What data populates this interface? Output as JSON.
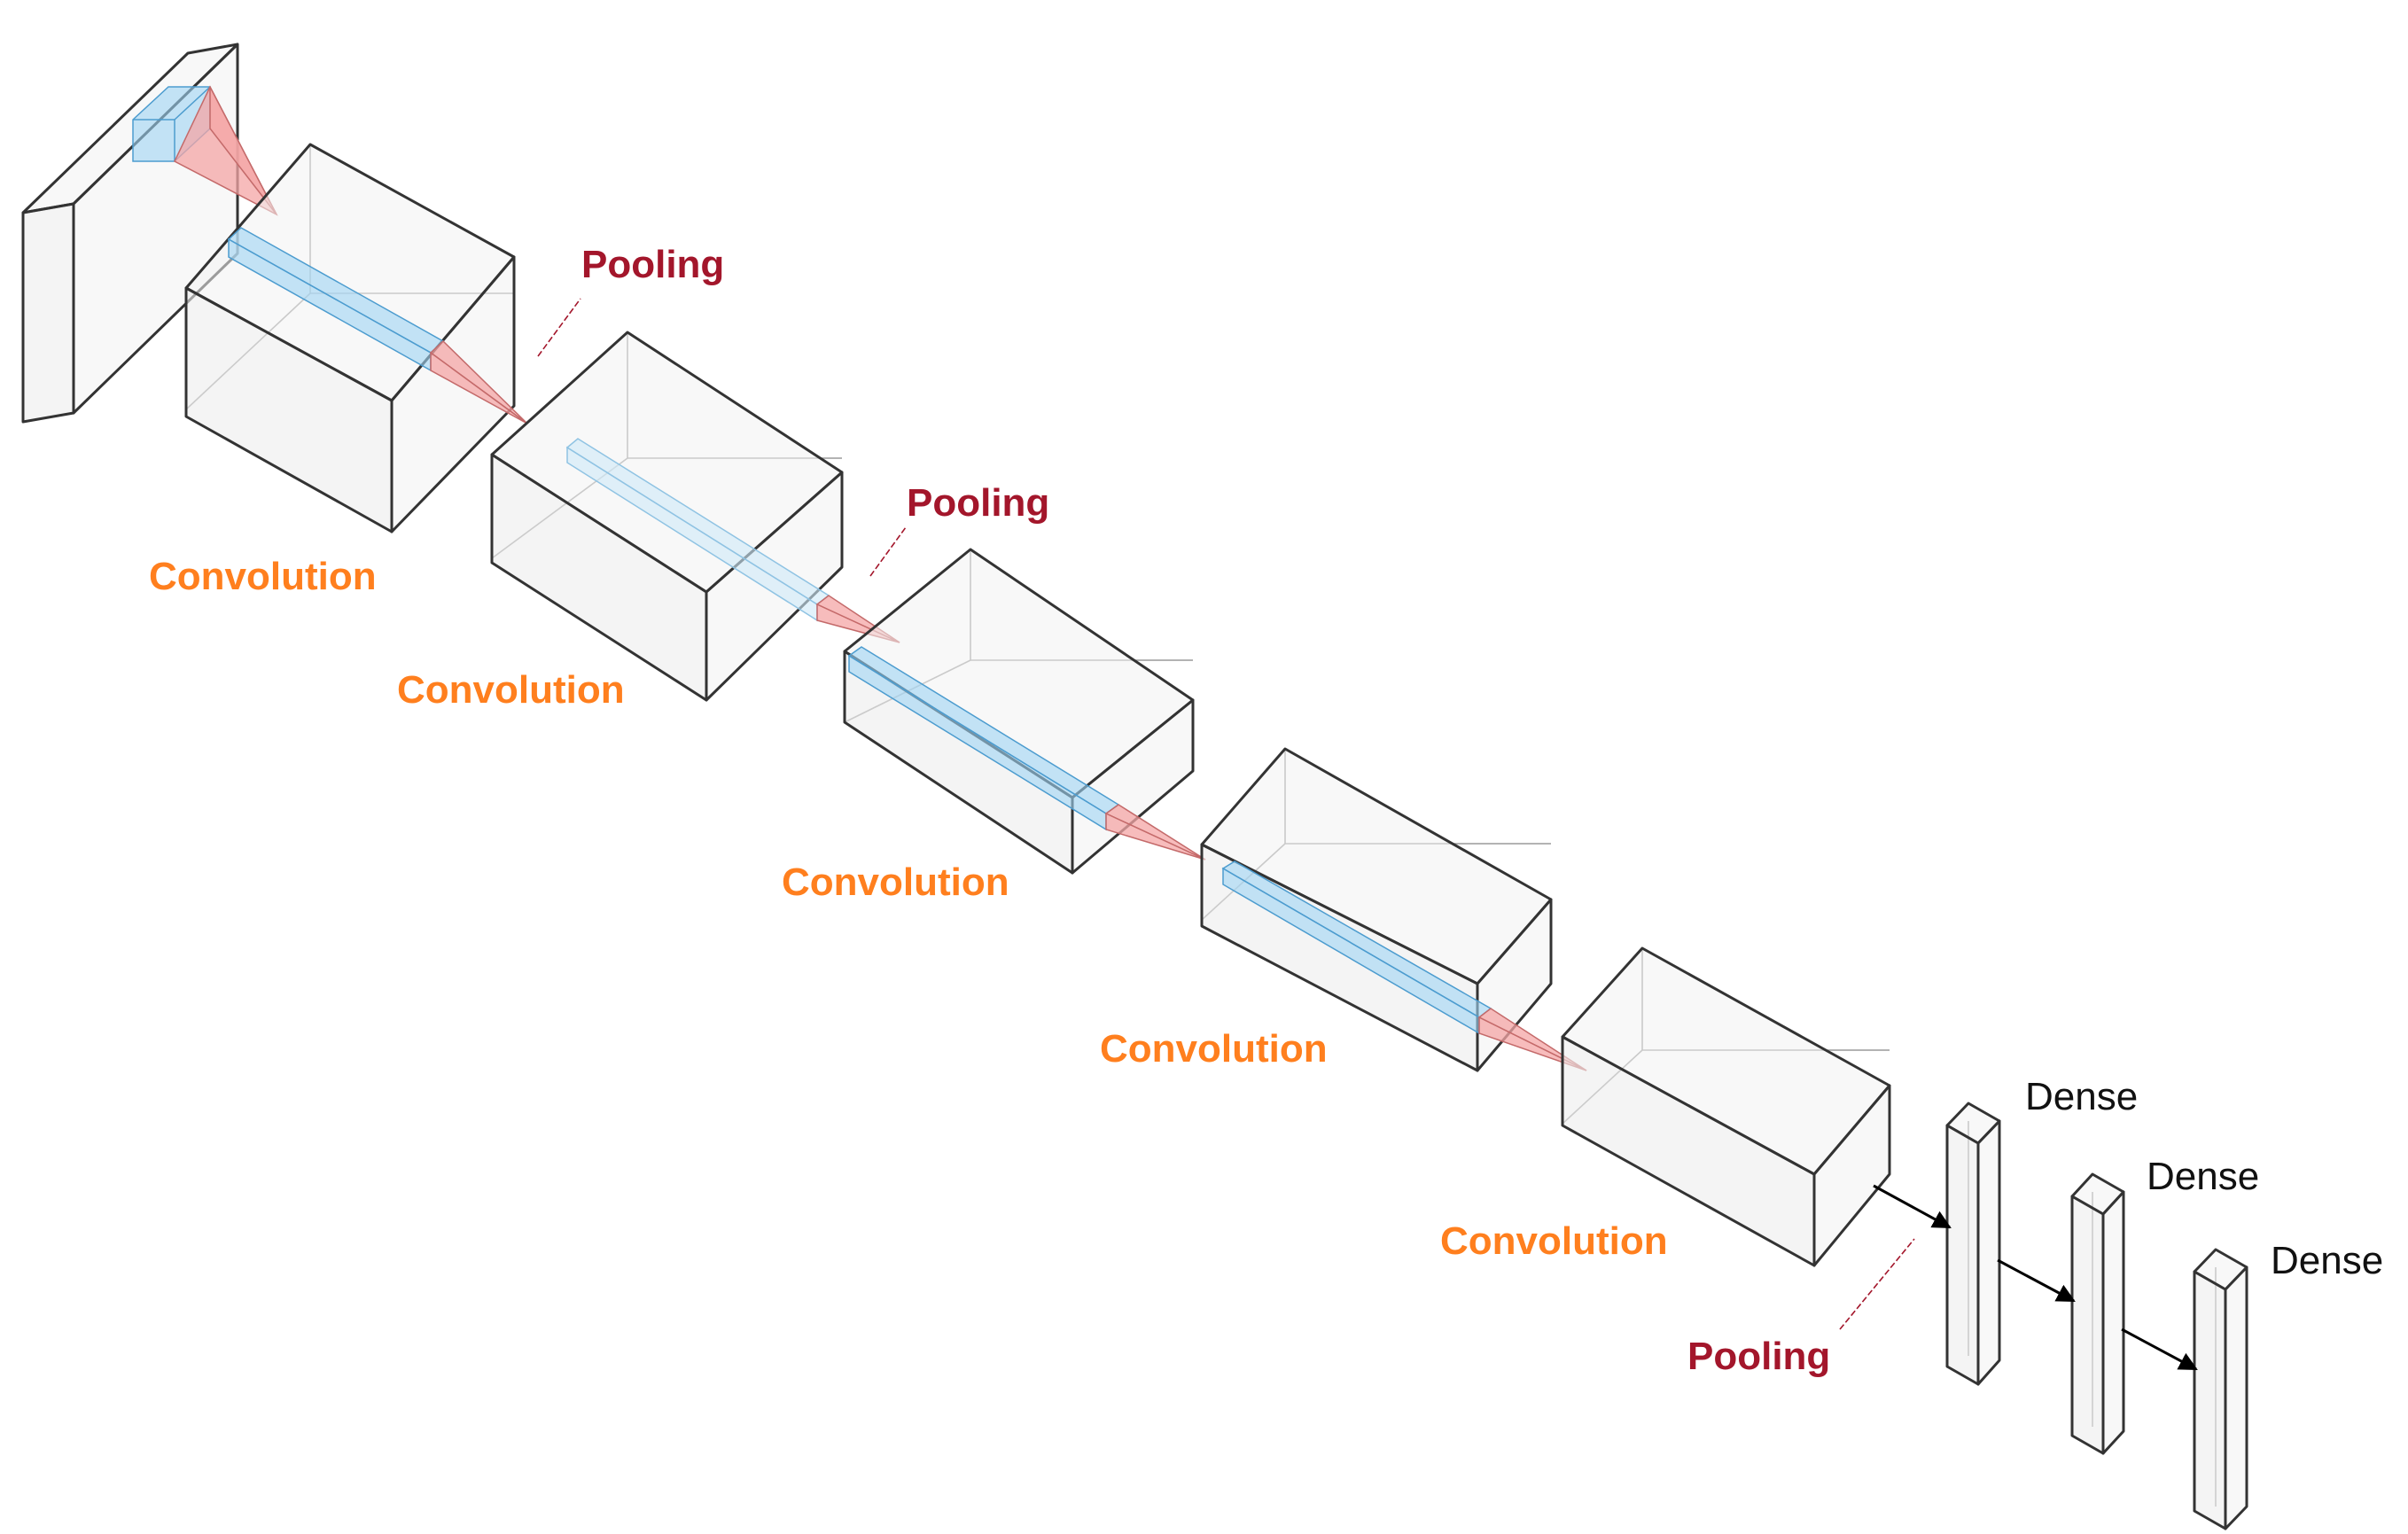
{
  "labels": {
    "convolution": [
      "Convolution",
      "Convolution",
      "Convolution",
      "Convolution",
      "Convolution"
    ],
    "pooling": [
      "Pooling",
      "Pooling",
      "Pooling"
    ],
    "dense": [
      "Dense",
      "Dense",
      "Dense"
    ]
  },
  "colors": {
    "convolution_label": "#ff7f1e",
    "pooling_label": "#a3162b",
    "dense_label": "#111111",
    "kernel_cone": "#f4a6a6",
    "kernel_tube": "#9fd3f3",
    "box_edge": "#333333"
  }
}
